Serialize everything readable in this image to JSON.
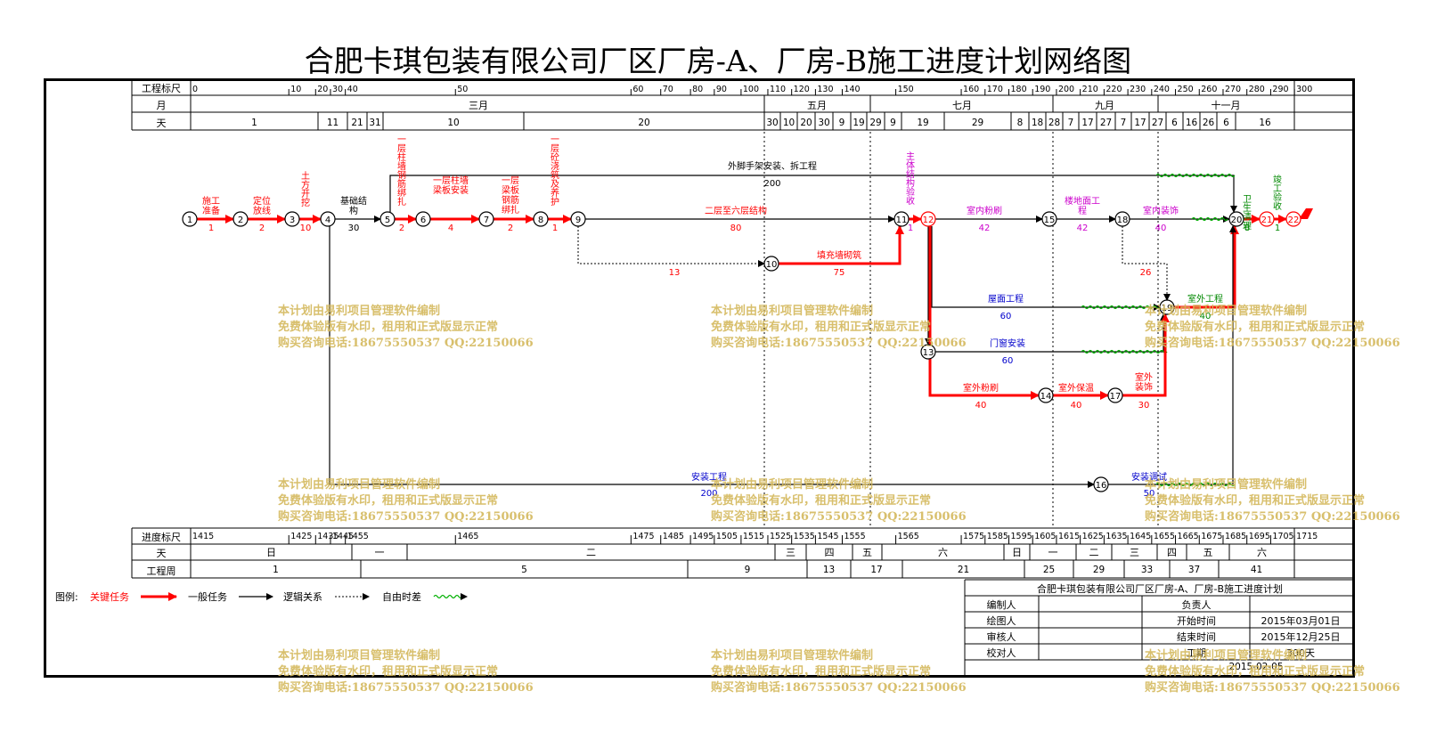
{
  "title": "合肥卡琪包装有限公司厂区厂房-A、厂房-B施工进度计划网络图",
  "header": {
    "row_labels": [
      "工程标尺",
      "月",
      "天"
    ],
    "scale_ticks": [
      "0",
      "10",
      "20",
      "30",
      "40",
      "50",
      "60",
      "70",
      "80",
      "90",
      "100",
      "110",
      "120",
      "130",
      "140",
      "150",
      "160",
      "170",
      "180",
      "190",
      "200",
      "210",
      "220",
      "230",
      "240",
      "250",
      "260",
      "270",
      "280",
      "290",
      "300"
    ],
    "months": [
      "三月",
      "五月",
      "七月",
      "九月",
      "十一月"
    ],
    "days": [
      "1",
      "11",
      "21",
      "31",
      "10",
      "20",
      "30",
      "10",
      "20",
      "30",
      "9",
      "19",
      "29",
      "9",
      "19",
      "29",
      "8",
      "18",
      "28",
      "7",
      "17",
      "27",
      "7",
      "17",
      "27",
      "6",
      "16",
      "26",
      "6",
      "16"
    ]
  },
  "footer": {
    "row_labels": [
      "进度标尺",
      "天",
      "工程周"
    ],
    "scale_ticks": [
      "1415",
      "1425",
      "1435",
      "1445",
      "1455",
      "1465",
      "1475",
      "1485",
      "1495",
      "1505",
      "1515",
      "1525",
      "1535",
      "1545",
      "1555",
      "1565",
      "1575",
      "1585",
      "1595",
      "1605",
      "1615",
      "1625",
      "1635",
      "1645",
      "1655",
      "1665",
      "1675",
      "1685",
      "1695",
      "1705",
      "1715"
    ],
    "weekdays": [
      "日",
      "一",
      "二",
      "三",
      "四",
      "五",
      "六",
      "日",
      "一",
      "二",
      "三",
      "四",
      "五",
      "六"
    ],
    "weeks": [
      "1",
      "5",
      "9",
      "13",
      "17",
      "21",
      "25",
      "29",
      "33",
      "37",
      "41"
    ]
  },
  "nodes": [
    "1",
    "2",
    "3",
    "4",
    "5",
    "6",
    "7",
    "8",
    "9",
    "10",
    "11",
    "12",
    "13",
    "14",
    "15",
    "16",
    "17",
    "18",
    "19",
    "20",
    "21",
    "22"
  ],
  "tasks": [
    {
      "name": "施工准备",
      "duration": "1",
      "critical": true
    },
    {
      "name": "定位放线",
      "duration": "2",
      "critical": true
    },
    {
      "name": "土方开挖",
      "duration": "10",
      "critical": true
    },
    {
      "name": "基础结构",
      "duration": "30",
      "critical": false
    },
    {
      "name": "一层柱墙钢筋绑扎",
      "duration": "2",
      "critical": true
    },
    {
      "name": "一层柱墙梁板安装",
      "duration": "4",
      "critical": true
    },
    {
      "name": "一层梁板钢筋绑扎",
      "duration": "2",
      "critical": true
    },
    {
      "name": "一层砼浇筑及养护",
      "duration": "1",
      "critical": true
    },
    {
      "name": "二层至六层结构",
      "duration": "80",
      "critical": true
    },
    {
      "name": "外脚手架安装、拆工程",
      "duration": "200",
      "critical": false
    },
    {
      "name": "填充墙砌筑",
      "duration": "75",
      "critical": true
    },
    {
      "name": "主体结构验收",
      "duration": "1",
      "critical": false
    },
    {
      "name": "室内粉刷",
      "duration": "42",
      "critical": false
    },
    {
      "name": "楼地面工程",
      "duration": "42",
      "critical": false
    },
    {
      "name": "室内装饰",
      "duration": "40",
      "critical": false
    },
    {
      "name": "卫生清理",
      "duration": "8",
      "critical": false
    },
    {
      "name": "竣工验收",
      "duration": "1",
      "critical": false
    },
    {
      "name": "屋面工程",
      "duration": "60",
      "critical": false
    },
    {
      "name": "门窗安装",
      "duration": "60",
      "critical": false
    },
    {
      "name": "室外粉刷",
      "duration": "40",
      "critical": true
    },
    {
      "name": "室外保温",
      "duration": "40",
      "critical": true
    },
    {
      "name": "室外装饰",
      "duration": "30",
      "critical": true
    },
    {
      "name": "室外工程",
      "duration": "40",
      "critical": false
    },
    {
      "name": "安装工程",
      "duration": "200",
      "critical": false
    },
    {
      "name": "安装调试",
      "duration": "50",
      "critical": false
    }
  ],
  "free_float_13": "13",
  "free_float_26": "26",
  "legend": {
    "label": "图例:",
    "critical": "关键任务",
    "normal": "一般任务",
    "logic": "逻辑关系",
    "free_float": "自由时差"
  },
  "info_table": {
    "title": "合肥卡琪包装有限公司厂区厂房-A、厂房-B施工进度计划",
    "rows": [
      {
        "k1": "编制人",
        "v1": "",
        "k2": "负责人",
        "v2": ""
      },
      {
        "k1": "绘图人",
        "v1": "",
        "k2": "开始时间",
        "v2": "2015年03月01日"
      },
      {
        "k1": "审核人",
        "v1": "",
        "k2": "结束时间",
        "v2": "2015年12月25日"
      },
      {
        "k1": "校对人",
        "v1": "",
        "k2": "工期",
        "v2": "300天"
      }
    ],
    "date": "2015-02-05"
  },
  "watermark": [
    "本计划由易利项目管理软件编制",
    "免费体验版有水印，租用和正式版显示正常",
    "购买咨询电话:18675550537 QQ:22150066"
  ],
  "colors": {
    "critical": "#ff0000",
    "normal": "#000000",
    "float": "#00b000",
    "watermark": "#d4b85c",
    "magenta": "#cc00cc",
    "blue": "#0000cc",
    "green": "#008800"
  }
}
